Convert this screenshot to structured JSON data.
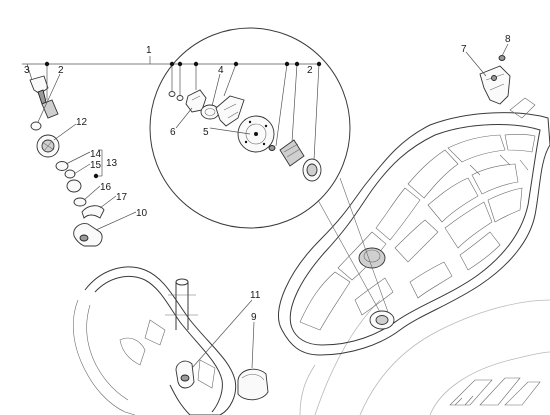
{
  "callouts": {
    "c1": "1",
    "c2_left": "2",
    "c2_right": "2",
    "c3": "3",
    "c4": "4",
    "c5": "5",
    "c6": "6",
    "c7": "7",
    "c8": "8",
    "c9": "9",
    "c10": "10",
    "c11": "11",
    "c12": "12",
    "c13": "13",
    "c14": "14",
    "c15": "15",
    "c16": "16",
    "c17": "17"
  }
}
